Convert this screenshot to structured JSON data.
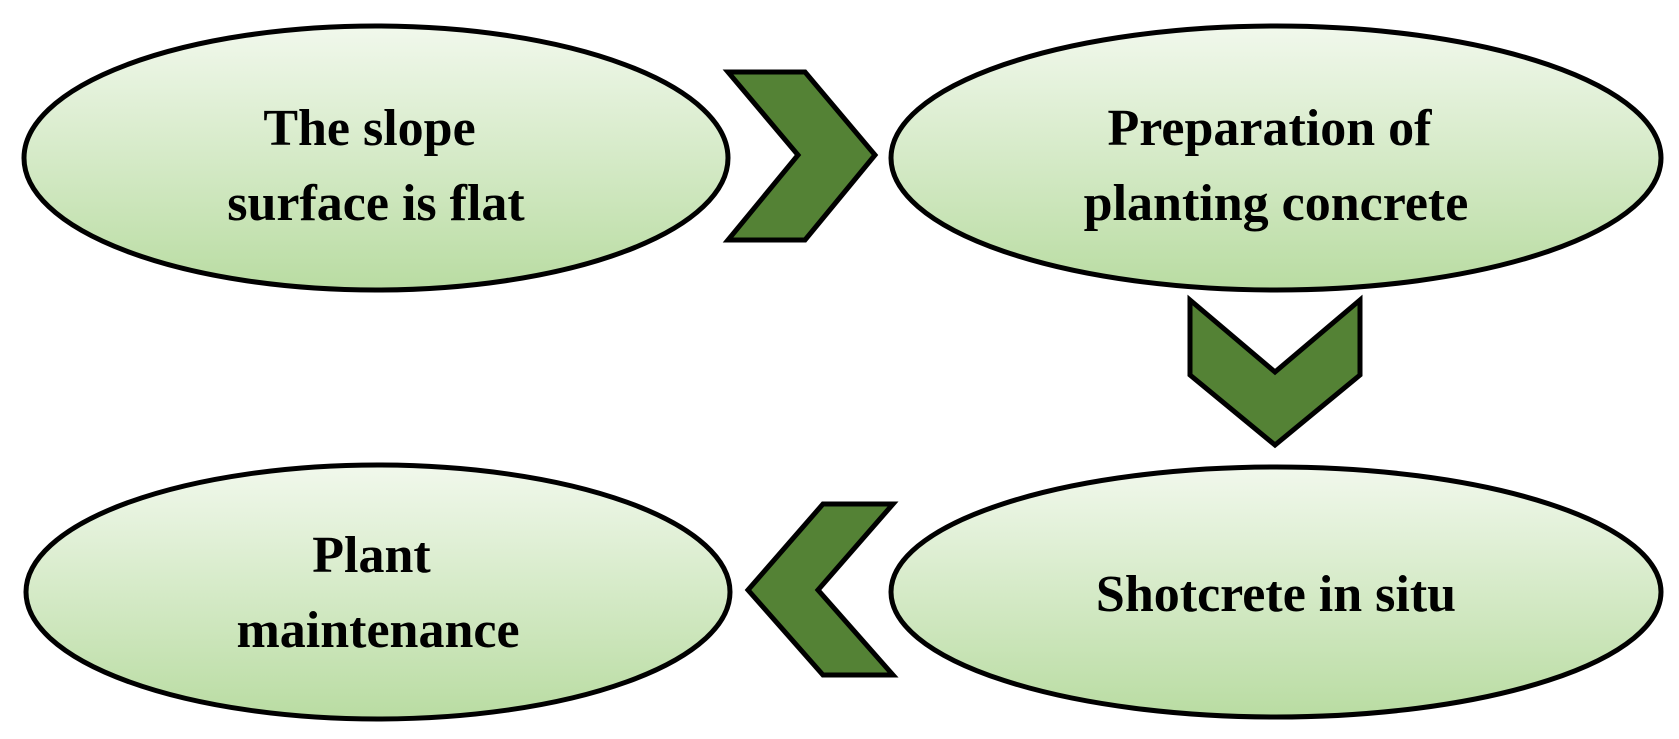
{
  "diagram": {
    "colors": {
      "ellipse_fill_top": "#f1f8ec",
      "ellipse_fill_bottom": "#b9dca2",
      "ellipse_stroke": "#000000",
      "arrow_fill": "#548235",
      "arrow_stroke": "#000000",
      "text": "#000000"
    },
    "steps": [
      {
        "line1": "The slope",
        "line2": "surface is flat"
      },
      {
        "line1": "Preparation of",
        "line2": "planting concrete"
      },
      {
        "line1": "Shotcrete in situ",
        "line2": ""
      },
      {
        "line1": "Plant",
        "line2": "maintenance"
      }
    ],
    "arrows": [
      {
        "direction": "right",
        "icon": "chevron-right-icon"
      },
      {
        "direction": "down",
        "icon": "chevron-down-icon"
      },
      {
        "direction": "left",
        "icon": "chevron-left-icon"
      }
    ]
  }
}
